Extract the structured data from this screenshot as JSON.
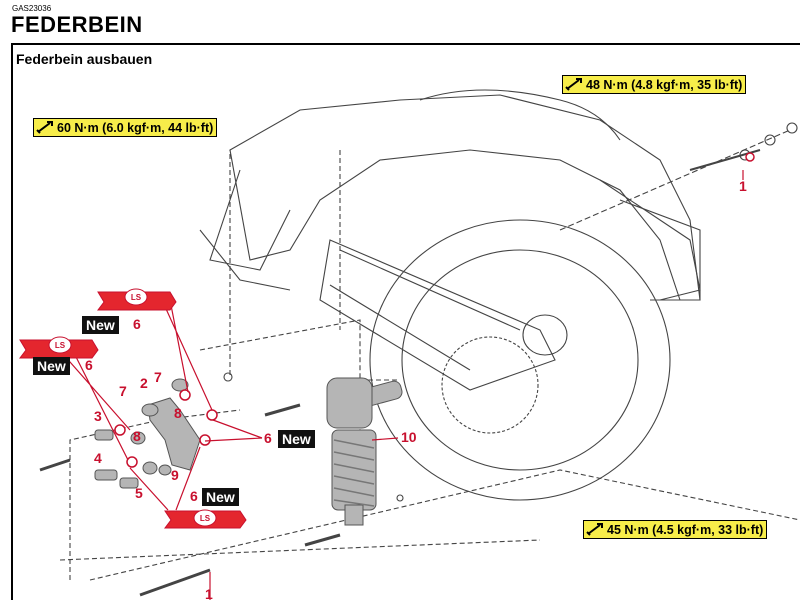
{
  "header": {
    "code": "GAS23036",
    "title": "FEDERBEIN"
  },
  "section": {
    "title": "Federbein ausbauen"
  },
  "torque_labels": [
    {
      "text": "60 N·m (6.0 kgf·m, 44 lb·ft)"
    },
    {
      "text": "48 N·m (4.8 kgf·m, 35 lb·ft)"
    },
    {
      "text": "45 N·m (4.5 kgf·m, 33 lb·ft)"
    }
  ],
  "new_tags": [
    "New",
    "New",
    "New",
    "New"
  ],
  "lubricant_tags": [
    "LS",
    "LS",
    "LS"
  ],
  "part_numbers": [
    "1",
    "2",
    "3",
    "4",
    "5",
    "6",
    "6",
    "6",
    "6",
    "7",
    "7",
    "8",
    "8",
    "9",
    "10",
    "1"
  ],
  "colors": {
    "torque_bg": "#f7ed4a",
    "callout_red": "#c8102e",
    "new_bg": "#111111",
    "line_art": "#444444"
  }
}
